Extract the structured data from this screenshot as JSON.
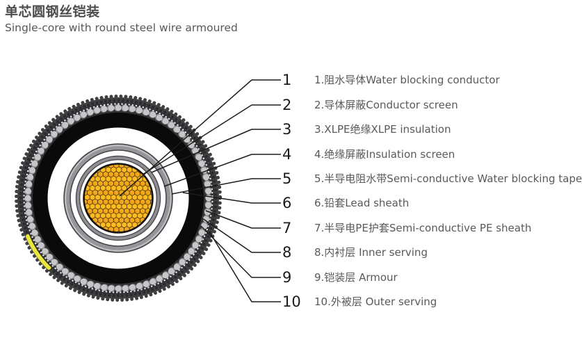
{
  "header": {
    "title_zh": "单芯圆钢丝铠装",
    "title_en": "Single-core with round steel wire armoured"
  },
  "legend": {
    "items": [
      {
        "num": "1",
        "text": "1.阻水导体Water blocking conductor"
      },
      {
        "num": "2",
        "text": "2.导体屏蔽Conductor screen"
      },
      {
        "num": "3",
        "text": "3.XLPE绝缘XLPE insulation"
      },
      {
        "num": "4",
        "text": "4.绝缘屏蔽Insulation screen"
      },
      {
        "num": "5",
        "text": "5.半导电阻水带Semi-conductive Water blocking tape"
      },
      {
        "num": "6",
        "text": "6.铅套Lead sheath"
      },
      {
        "num": "7",
        "text": "7.半导电PE护套Semi-conductive PE sheath"
      },
      {
        "num": "8",
        "text": "8.内衬层 Inner serving"
      },
      {
        "num": "9",
        "text": "9.铠装层 Armour"
      },
      {
        "num": "10",
        "text": "10.外被层 Outer serving"
      }
    ]
  },
  "diagram": {
    "layer_names": [
      "water-blocking-conductor",
      "conductor-screen",
      "xlpe-insulation",
      "insulation-screen",
      "semi-conductive-water-blocking-tape",
      "lead-sheath",
      "semi-conductive-pe-sheath",
      "inner-serving",
      "armour",
      "outer-serving"
    ],
    "colors": {
      "conductor_fill": "#F3A81E",
      "conductor_gap": "#2E1E00",
      "lead_sheath": "#96969A",
      "armour_wire": "#C6C6C8",
      "inner_serving_black": "#0A0A0B",
      "outer_serving": "#3F3F42",
      "marker_yellow": "#E9E73A",
      "leader_line": "#1C1C1C",
      "text_gray": "#58595B"
    }
  }
}
